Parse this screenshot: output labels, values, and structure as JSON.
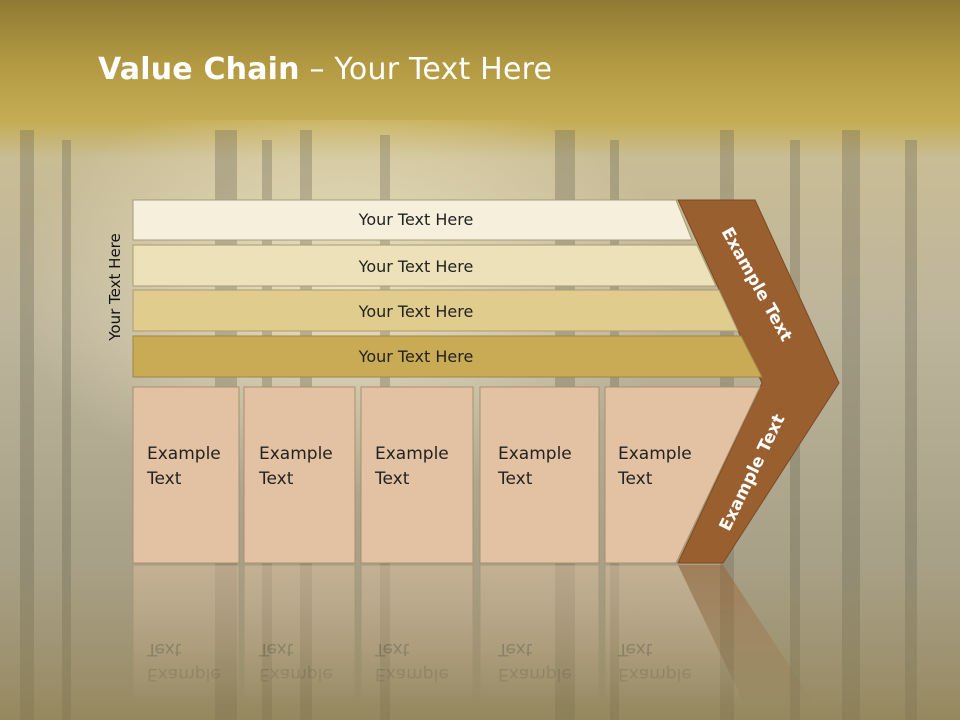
{
  "slide": {
    "title_bold": "Value Chain",
    "title_rest": " – Your Text Here",
    "side_label": "Your Text Here"
  },
  "rows": [
    {
      "label": "Your Text Here",
      "fill": "#f5efdc"
    },
    {
      "label": "Your Text Here",
      "fill": "#ece1b8"
    },
    {
      "label": "Your Text Here",
      "fill": "#e0cc8c"
    },
    {
      "label": "Your Text Here",
      "fill": "#c9ab55"
    }
  ],
  "boxes": [
    {
      "line1": "Example",
      "line2": "Text"
    },
    {
      "line1": "Example",
      "line2": "Text"
    },
    {
      "line1": "Example",
      "line2": "Text"
    },
    {
      "line1": "Example",
      "line2": "Text"
    },
    {
      "line1": "Example",
      "line2": "Text"
    }
  ],
  "chevron": {
    "upper_text": "Example Text",
    "lower_text": "Example Text",
    "fill": "#9a5f2f"
  },
  "colors": {
    "header_band": "#b59a3c",
    "box_fill": "#e2c2a2",
    "box_stroke": "#a89070"
  }
}
